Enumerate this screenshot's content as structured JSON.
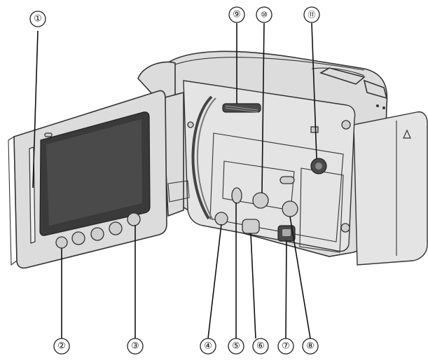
{
  "callouts": [
    {
      "id": "1",
      "label": "①"
    },
    {
      "id": "2",
      "label": "②"
    },
    {
      "id": "3",
      "label": "③"
    },
    {
      "id": "4",
      "label": "④"
    },
    {
      "id": "5",
      "label": "⑤"
    },
    {
      "id": "6",
      "label": "⑥"
    },
    {
      "id": "7",
      "label": "⑦"
    },
    {
      "id": "8",
      "label": "⑧"
    },
    {
      "id": "9",
      "label": "⑨"
    },
    {
      "id": "10",
      "label": "⑩"
    },
    {
      "id": "11",
      "label": "⑪"
    }
  ],
  "icons": {
    "camcorder": "camcorder-illustration",
    "lcd": "lcd-monitor-icon",
    "triangle": "triangle-mark-icon"
  }
}
